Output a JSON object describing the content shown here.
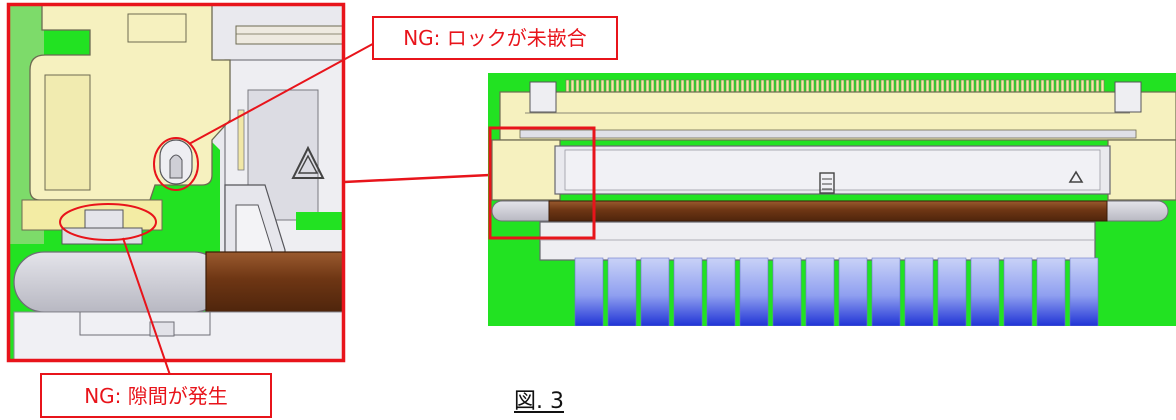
{
  "callouts": {
    "lock": "NG: ロックが未嵌合",
    "gap": "NG: 隙間が発生"
  },
  "figure": {
    "caption": "図. 3"
  },
  "colors": {
    "highlight": "#e8141b",
    "pcb": "#22e222",
    "connector_body": "#f6f1bf",
    "housing": "#e9e9ee",
    "cable": "#7a3e18",
    "contacts": "#2a3fd8"
  },
  "icons": [
    "triangle-mark-icon",
    "ladder-mark-icon"
  ]
}
